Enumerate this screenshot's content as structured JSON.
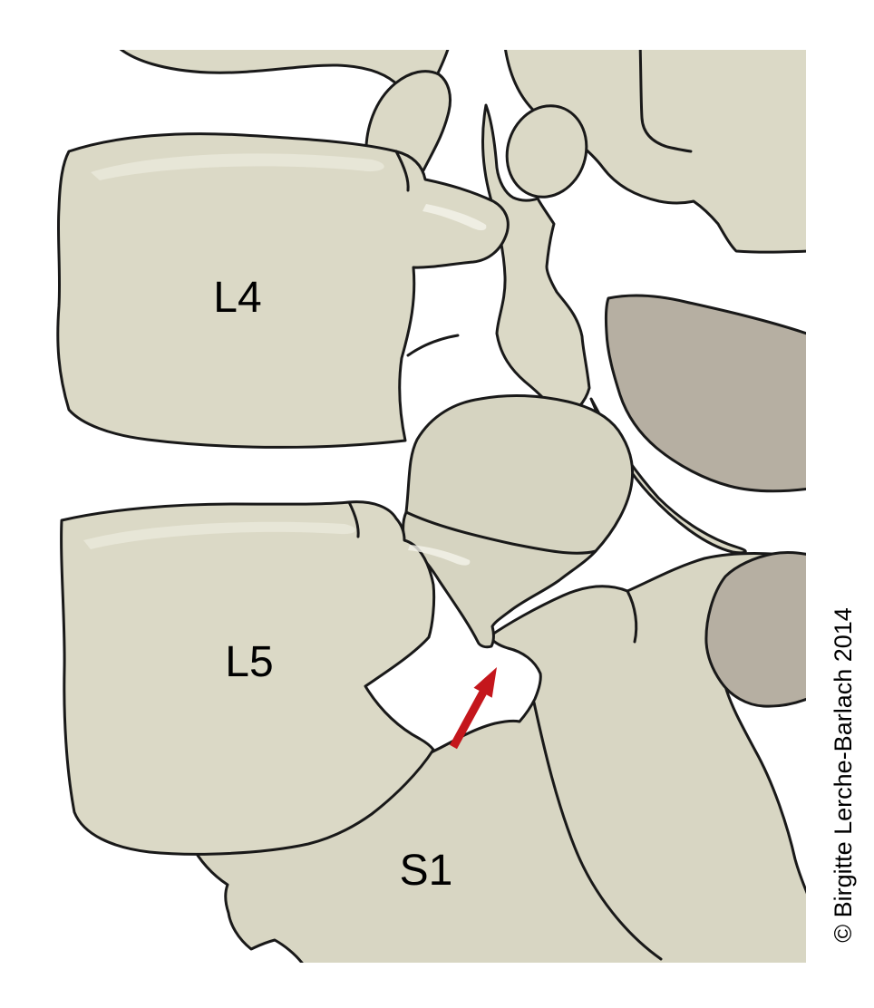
{
  "title": "Lumbar spine lateral diagram with spondylolysis defect",
  "labels": {
    "l4": "L4",
    "l5": "L5",
    "s1": "S1"
  },
  "copyright": "© Birgitte Lerche-Barlach 2014",
  "annotation": {
    "arrow_color": "#C4161C",
    "arrow_points_to": "pars defect gap between L5 and S1 region"
  },
  "colors": {
    "background": "#FFFFFF",
    "bone": "#DBD9C6",
    "bone_shaded": "#D6D4C1",
    "bone_sacrum": "#D8D6C3",
    "deep_structure": "#B6AFA2",
    "outline": "#191919",
    "highlight": "#EEEDE1",
    "label_text": "#000000"
  }
}
